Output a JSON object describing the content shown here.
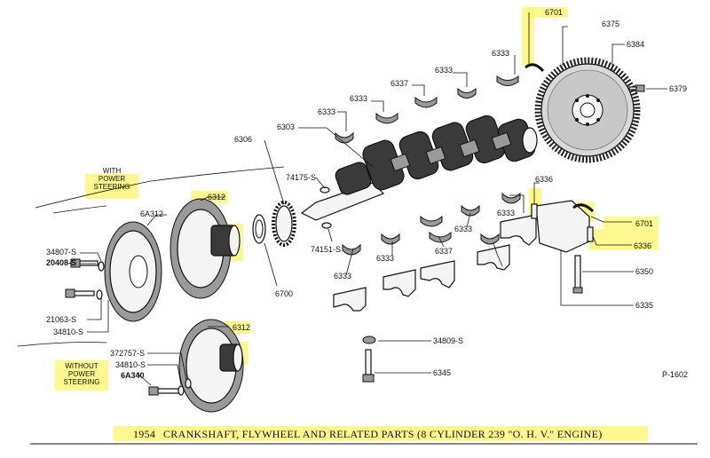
{
  "highlight_color": "#fff77a",
  "notes": {
    "with_power_steering": [
      "WITH",
      "POWER",
      "STEERING"
    ],
    "without_power_steering": [
      "WITHOUT",
      "POWER",
      "STEERING"
    ]
  },
  "labels": {
    "p6701_top": "6701",
    "p6375": "6375",
    "p6384": "6384",
    "p6379": "6379",
    "p6333_a": "6333",
    "p6333_b": "6333",
    "p6337_a": "6337",
    "p6333_c": "6333",
    "p6333_d": "6333",
    "p6306": "6306",
    "p6303": "6303",
    "p74175": "74175-S",
    "p6336_top": "6336",
    "p6312_top": "6312",
    "p6A312": "6A312",
    "p6333_e": "6333",
    "p6701_right": "6701",
    "p6336_right": "6336",
    "p6333_f": "6333",
    "p74151": "74151-S",
    "p34807": "34807-S",
    "p20408": "20408-S",
    "p6333_g": "6333",
    "p6337_b": "6337",
    "p6333_h": "6333",
    "p6350": "6350",
    "p6700": "6700",
    "p21063": "21063-S",
    "p34810_a": "34810-S",
    "p6335": "6335",
    "p6312_bottom": "6312",
    "p34809": "34809-S",
    "p372757": "372757-S",
    "p34810_b": "34810-S",
    "p6A340": "6A340",
    "p6345": "6345",
    "p1602": "P-1602"
  },
  "caption": {
    "year": "1954",
    "title": "CRANKSHAFT, FLYWHEEL AND RELATED PARTS (8 CYLINDER 239 \"O. H. V.\" ENGINE)"
  }
}
